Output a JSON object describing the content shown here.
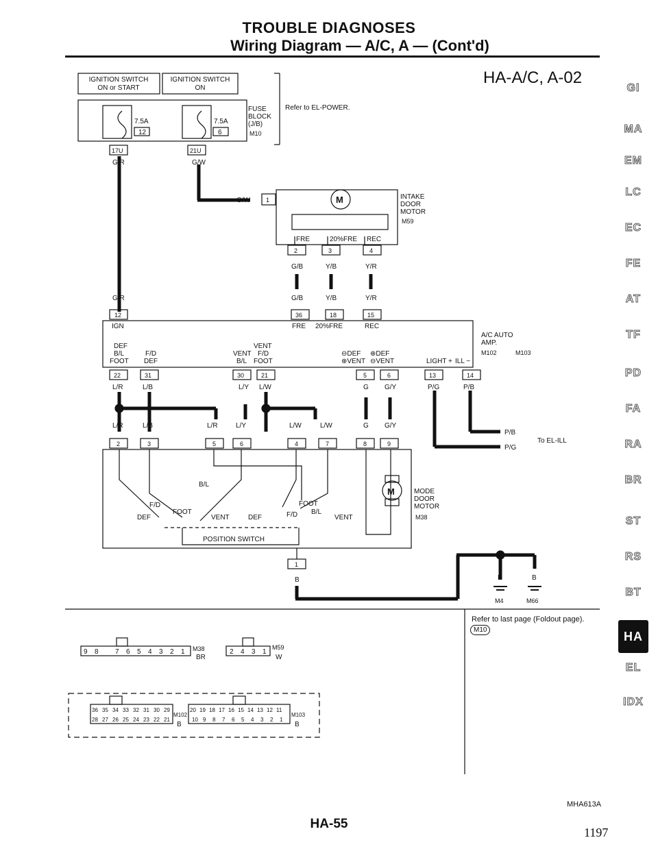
{
  "header": {
    "title": "TROUBLE DIAGNOSES",
    "subtitle": "Wiring Diagram — A/C, A — (Cont'd)"
  },
  "diagram_code": "HA-A/C, A-02",
  "power": {
    "ign_on_start": "IGNITION SWITCH",
    "ign_on_start_state": "ON or START",
    "ign_on": "IGNITION SWITCH",
    "ign_on_state": "ON",
    "fuse1_amp": "7.5A",
    "fuse1_num": "12",
    "fuse2_amp": "7.5A",
    "fuse2_num": "6",
    "fuse_block_l1": "FUSE",
    "fuse_block_l2": "BLOCK",
    "fuse_block_l3": "(J/B)",
    "fuse_block_conn": "M10",
    "refer": "Refer to EL-POWER.",
    "term1": "17U",
    "term2": "21U",
    "wire1": "G/R",
    "wire2": "G/W"
  },
  "intake": {
    "wire_in": "G/W",
    "pin_in": "1",
    "motor_label_l1": "INTAKE",
    "motor_label_l2": "DOOR",
    "motor_label_l3": "MOTOR",
    "motor_conn": "M59",
    "pos_fre": "FRE",
    "pos_20": "20%FRE",
    "pos_rec": "REC",
    "pins": [
      "2",
      "3",
      "4"
    ],
    "wires_top": [
      "G/B",
      "Y/B",
      "Y/R"
    ],
    "wires_bottom": [
      "G/B",
      "Y/B",
      "Y/R"
    ]
  },
  "amp": {
    "wire_left": "G/R",
    "pin_ign": "12",
    "lbl_ign": "IGN",
    "pins_top": [
      "36",
      "18",
      "15"
    ],
    "lbl_top": [
      "FRE",
      "20%FRE",
      "REC"
    ],
    "name_l1": "A/C AUTO",
    "name_l2": "AMP.",
    "conn1": "M102",
    "conn2": "M103",
    "lbl_def": "DEF",
    "lbl_def_bl": "B/L",
    "lbl_foot": "FOOT",
    "lbl_fd": "F/D",
    "lbl_def2": "DEF",
    "lbl_vent": "VENT",
    "lbl_vent_bl": "B/L",
    "lbl_vent2": "VENT",
    "lbl_fd2": "F/D",
    "lbl_foot2": "FOOT",
    "lbl_mdef": "⊖DEF",
    "lbl_pdef": "⊕DEF",
    "lbl_pvent": "⊕VENT",
    "lbl_mvent": "⊖VENT",
    "lbl_light": "LIGHT +",
    "lbl_ill": "ILL −",
    "pins_bottom": [
      "22",
      "31",
      "30",
      "21",
      "5",
      "6",
      "13",
      "14"
    ],
    "wires_bottom": [
      "L/R",
      "L/B",
      "L/Y",
      "L/W",
      "G",
      "G/Y",
      "P/G",
      "P/B"
    ]
  },
  "mode": {
    "wires": [
      "L/R",
      "L/B",
      "L/R",
      "L/Y",
      "L/W",
      "L/W",
      "G",
      "G/Y"
    ],
    "pins": [
      "2",
      "3",
      "5",
      "6",
      "4",
      "7",
      "8",
      "9"
    ],
    "motor_l1": "MODE",
    "motor_l2": "DOOR",
    "motor_l3": "MOTOR",
    "motor_conn": "M38",
    "sw_fd": "F/D",
    "sw_bl": "B/L",
    "sw_def": "DEF",
    "sw_foot": "FOOT",
    "sw_vent": "VENT",
    "sw_def2": "DEF",
    "sw_foot2": "FOOT",
    "sw_fd2": "F/D",
    "sw_bl2": "B/L",
    "sw_vent2": "VENT",
    "pos_switch": "POSITION SWITCH",
    "gnd_pin": "1",
    "gnd_wire": "B"
  },
  "illum": {
    "wire1": "P/B",
    "wire2": "P/G",
    "to": "To EL-ILL"
  },
  "ground": {
    "wire1": "B",
    "wire2": "B",
    "conn1": "M4",
    "conn2": "M66"
  },
  "connectors": {
    "m38_pins": [
      "9",
      "8",
      "",
      "7",
      "6",
      "5",
      "4",
      "3",
      "2",
      "1"
    ],
    "m38_name": "M38",
    "m38_color": "BR",
    "m59_pins": [
      "2",
      "4",
      "3",
      "1"
    ],
    "m59_name": "M59",
    "m59_color": "W",
    "m102_top": [
      "36",
      "35",
      "34",
      "33",
      "32",
      "31",
      "30",
      "29"
    ],
    "m102_bot": [
      "28",
      "27",
      "26",
      "25",
      "24",
      "23",
      "22",
      "21"
    ],
    "m102_name": "M102",
    "m102_color": "B",
    "m103_top": [
      "20",
      "19",
      "18",
      "17",
      "16",
      "15",
      "14",
      "13",
      "12",
      "11"
    ],
    "m103_bot": [
      "10",
      "9",
      "8",
      "7",
      "6",
      "5",
      "4",
      "3",
      "2",
      "1"
    ],
    "m103_name": "M103",
    "m103_color": "B"
  },
  "footnote": {
    "refer": "Refer to last page (Foldout page).",
    "conn": "M10"
  },
  "side_tabs": [
    "GI",
    "MA",
    "EM",
    "LC",
    "EC",
    "FE",
    "AT",
    "TF",
    "PD",
    "FA",
    "RA",
    "BR",
    "ST",
    "RS",
    "BT",
    "HA",
    "EL",
    "IDX"
  ],
  "active_tab": "HA",
  "figure_id": "MHA613A",
  "page_number": "HA-55",
  "page_total": "1197"
}
